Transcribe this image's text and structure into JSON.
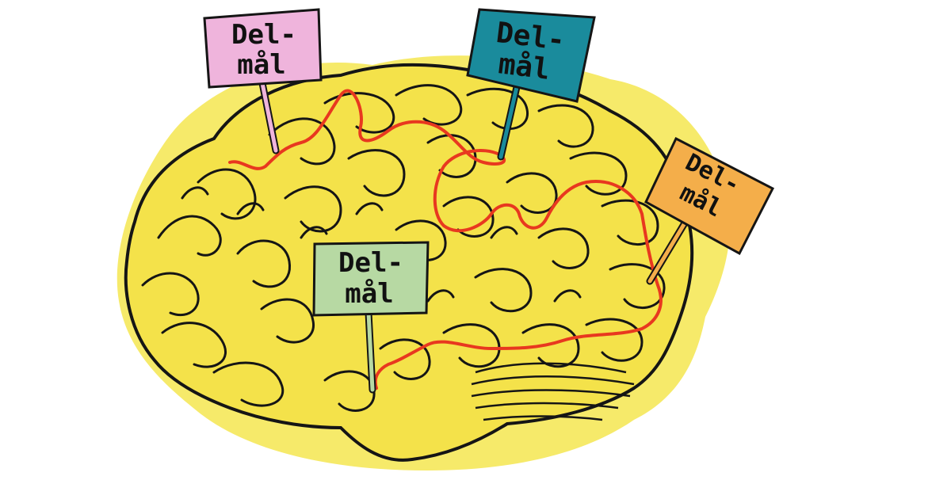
{
  "illustration": {
    "colors": {
      "background": "#ffffff",
      "brain_splash": "#f6ea6a",
      "brain_fill": "#f4e24a",
      "brain_outline": "#151515",
      "path_line": "#e8381f"
    },
    "signs": [
      {
        "line1": "Del-",
        "line2": "mål",
        "color": "#efb4dc",
        "pole_color": "#efb4dc"
      },
      {
        "line1": "Del-",
        "line2": "mål",
        "color": "#1a8b9c",
        "pole_color": "#1a8b9c"
      },
      {
        "line1": "Del-",
        "line2": "mål",
        "color": "#f4ae4a",
        "pole_color": "#f4ae4a"
      },
      {
        "line1": "Del-",
        "line2": "mål",
        "color": "#b7d9a3",
        "pole_color": "#b7d9a3"
      }
    ]
  }
}
